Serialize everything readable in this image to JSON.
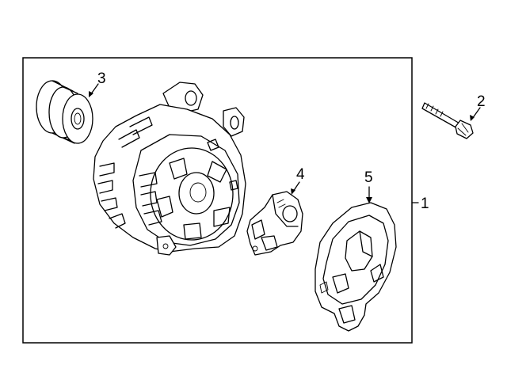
{
  "diagram": {
    "callouts": {
      "assembly": "1",
      "bolt": "2",
      "pulley": "3",
      "regulator": "4",
      "rear_cover": "5"
    }
  }
}
